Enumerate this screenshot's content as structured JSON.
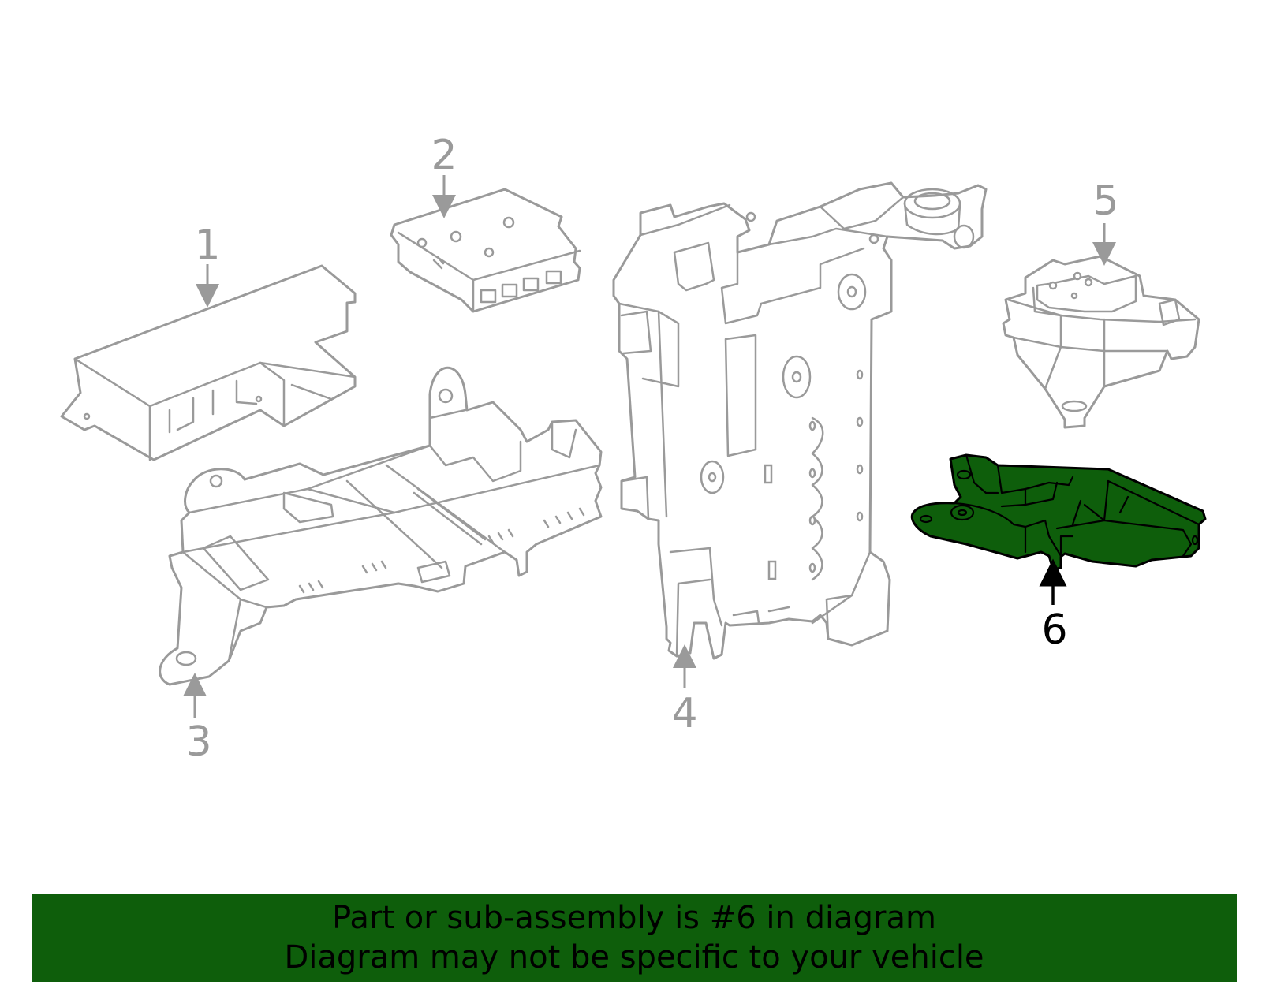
{
  "diagram": {
    "callouts": [
      "1",
      "2",
      "3",
      "4",
      "5",
      "6"
    ],
    "highlighted_callout": "6",
    "colors": {
      "highlight_fill": "#0e5e0b",
      "outline_gray": "#9a9a9a",
      "outline_black": "#000000",
      "banner_bg": "#0e5e0b"
    }
  },
  "banner": {
    "line1": "Part or sub-assembly is #6 in diagram",
    "line2": "Diagram may not be specific to your vehicle"
  }
}
